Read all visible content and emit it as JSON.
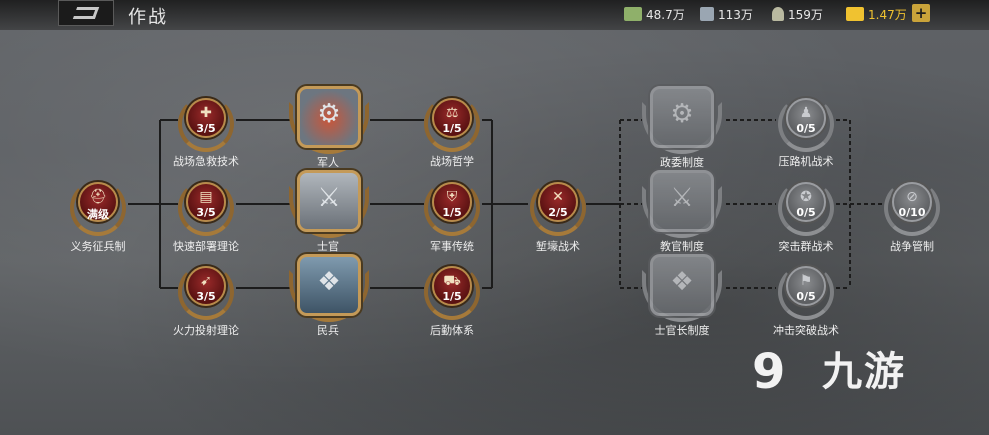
{
  "header": {
    "title": "作战",
    "resources": [
      {
        "name": "cash",
        "value": "48.7万",
        "icon": "cash-icon",
        "color": "#8fb06a"
      },
      {
        "name": "steel",
        "value": "113万",
        "icon": "steel-icon",
        "color": "#9aa6b2"
      },
      {
        "name": "oil",
        "value": "159万",
        "icon": "oil-icon",
        "color": "#b9b9a0"
      },
      {
        "name": "gold",
        "value": "1.47万",
        "icon": "gold-icon",
        "color": "#f0c230"
      }
    ],
    "plus_label": "+"
  },
  "nodes": {
    "conscription": {
      "label": "义务征兵制",
      "count": "满级",
      "icon": "helmet-icon"
    },
    "first_aid": {
      "label": "战场急救技术",
      "count": "3/5",
      "icon": "medkit-icon"
    },
    "rapid_deploy": {
      "label": "快速部署理论",
      "count": "3/5",
      "icon": "clipboard-icon"
    },
    "fire_projection": {
      "label": "火力投射理论",
      "count": "3/5",
      "icon": "artillery-icon"
    },
    "soldier": {
      "label": "军人",
      "icon": "soldier-emblem-icon"
    },
    "officer": {
      "label": "士官",
      "icon": "officer-emblem-icon"
    },
    "militia": {
      "label": "民兵",
      "icon": "militia-emblem-icon"
    },
    "philosophy": {
      "label": "战场哲学",
      "count": "1/5",
      "icon": "scales-icon"
    },
    "tradition": {
      "label": "军事传统",
      "count": "1/5",
      "icon": "shield-crest-icon"
    },
    "logistics": {
      "label": "后勤体系",
      "count": "1/5",
      "icon": "truck-icon"
    },
    "trench": {
      "label": "堑壕战术",
      "count": "2/5",
      "icon": "barbed-wire-icon"
    },
    "commissar": {
      "label": "政委制度",
      "icon": "commissar-emblem-icon"
    },
    "instructor": {
      "label": "教官制度",
      "icon": "instructor-emblem-icon"
    },
    "sergeant_system": {
      "label": "士官长制度",
      "icon": "sergeant-emblem-icon"
    },
    "steamroller": {
      "label": "压路机战术",
      "count": "0/5",
      "icon": "infantry-icon"
    },
    "assault_group": {
      "label": "突击群战术",
      "count": "0/5",
      "icon": "assault-icon"
    },
    "breakthrough": {
      "label": "冲击突破战术",
      "count": "0/5",
      "icon": "breakthrough-icon"
    },
    "war_control": {
      "label": "战争管制",
      "count": "0/10",
      "icon": "no-sign-icon"
    }
  },
  "watermark": {
    "logo": "9",
    "text": "九游"
  }
}
